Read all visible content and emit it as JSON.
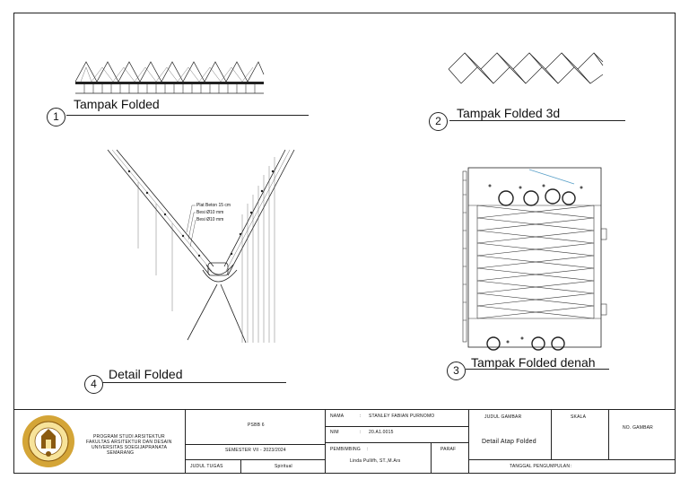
{
  "views": [
    {
      "number": "1",
      "title": "Tampak Folded"
    },
    {
      "number": "2",
      "title": "Tampak Folded 3d"
    },
    {
      "number": "3",
      "title": "Tampak Folded denah"
    },
    {
      "number": "4",
      "title": "Detail Folded"
    }
  ],
  "detail_annotations": [
    "Plat Beton 15 cm",
    "Besi Ø10 mm",
    "Besi Ø10 mm"
  ],
  "title_block": {
    "institution": [
      "PROGRAM STUDI ARSITEKTUR",
      "FAKULTAS ARSITEKTUR DAN DESAIN",
      "UNIVERSITAS SOEGIJAPRANATA",
      "SEMARANG"
    ],
    "course": "PSBB 6",
    "semester": "SEMESTER VII - 2023/2024",
    "judul_tugas_label": "JUDUL TUGAS",
    "judul_tugas_value": "Spiritual",
    "nama_label": "NAMA",
    "nama_sep": ":",
    "nama_value": "STANLEY FABIAN PURNOMO",
    "nim_label": "NIM",
    "nim_sep": ":",
    "nim_value": "20.A1.0015",
    "pembimbing_label": "PEMBIMBING",
    "pembimbing_sep": ":",
    "pembimbing_value": "Linda Pullifh, ST.,M.Ars",
    "paraf_label": "PARAF",
    "judul_gambar_label": "JUDUL GAMBAR",
    "judul_gambar_value": "Detail Atap Folded",
    "skala_label": "SKALA",
    "no_gambar_label": "NO. GAMBAR",
    "tanggal_label": "TANGGAL PENGUMPULAN",
    "tanggal_sep": ":"
  }
}
